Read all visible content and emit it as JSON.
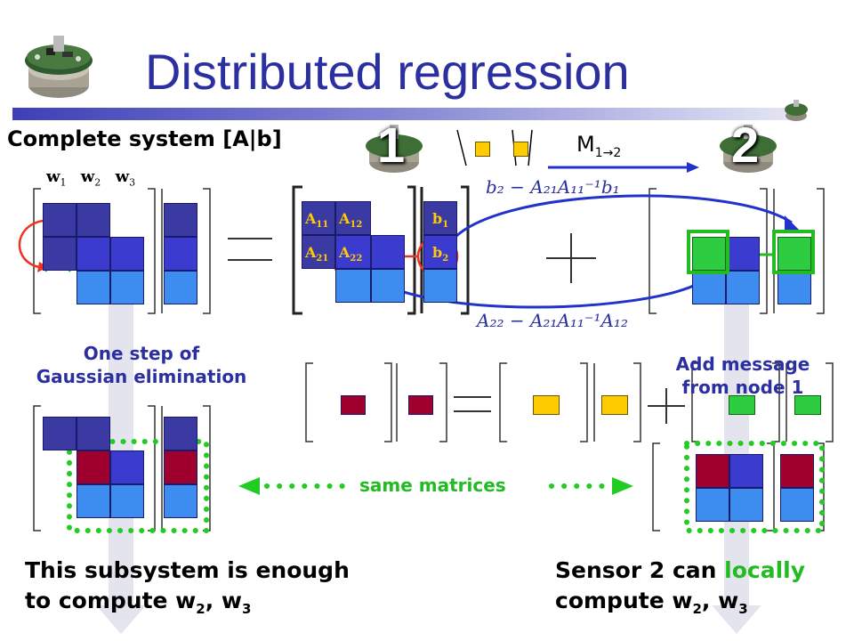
{
  "slide": {
    "title": "Distributed regression",
    "complete_system": "Complete system [A|b]",
    "node1": "1",
    "node2": "2",
    "message": "M",
    "message_sub": "1→2",
    "w_labels": [
      "w",
      "w",
      "w"
    ],
    "w_subs": [
      "1",
      "2",
      "3"
    ],
    "block_labels": {
      "a11": "A",
      "a11_sub": "11",
      "a12": "A",
      "a12_sub": "12",
      "a21": "A",
      "a21_sub": "21",
      "a22": "A",
      "a22_sub": "22",
      "b1": "b",
      "b1_sub": "1",
      "b2": "b",
      "b2_sub": "2"
    },
    "formula_top": "b₂ − A₂₁A₁₁⁻¹b₁",
    "formula_bottom": "A₂₂ − A₂₁A₁₁⁻¹A₁₂",
    "gauss_step": [
      "One step of",
      "Gaussian elimination"
    ],
    "add_message": [
      "Add message",
      "from node 1"
    ],
    "same_matrices": "same matrices",
    "left_caption": {
      "line1": "This subsystem is enough",
      "line2_pre": "to compute w",
      "sub1": "2",
      "mid": ", w",
      "sub2": "3"
    },
    "right_caption": {
      "line1_pre": "Sensor 2 can ",
      "line1_highlight": "locally",
      "line2_pre": "compute w",
      "sub1": "2",
      "mid": ", w",
      "sub2": "3"
    },
    "colors": {
      "title": "#2b2fa0",
      "dark_block": "#3a3aa2",
      "mid_block": "#3b3bd0",
      "light_block": "#3d8df0",
      "red_block": "#a0002e",
      "yellow_block": "#ffcc00",
      "green_block": "#2ecc40",
      "arrow_blue": "#2233cc",
      "elim_red": "#ee3322",
      "highlight_green": "#22bb22"
    },
    "icons": [
      "sensor-node-icon",
      "cross-mark-icon",
      "arrow-icon"
    ]
  }
}
